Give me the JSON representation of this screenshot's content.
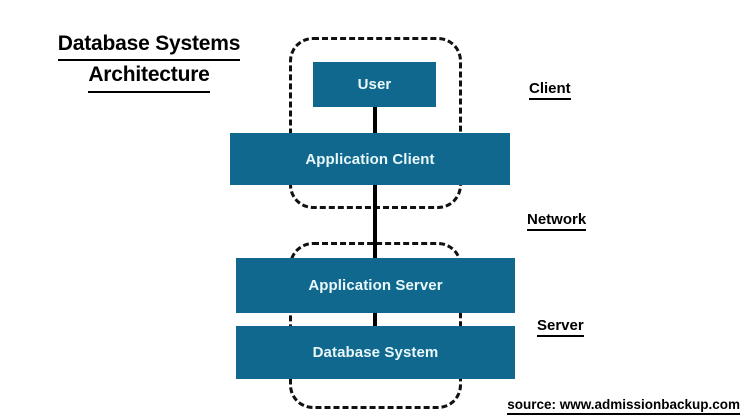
{
  "diagram": {
    "title_line1": "Database Systems",
    "title_line2": "Architecture",
    "accent_color": "#11688e",
    "node_text_color": "#e8f8fb",
    "line_color": "#000000",
    "background_color": "#ffffff",
    "nodes": [
      {
        "id": "user",
        "label": "User"
      },
      {
        "id": "application-client",
        "label": "Application Client"
      },
      {
        "id": "application-server",
        "label": "Application Server"
      },
      {
        "id": "database-system",
        "label": "Database System"
      }
    ],
    "tier_labels": [
      {
        "id": "client",
        "label": "Client"
      },
      {
        "id": "network",
        "label": "Network"
      },
      {
        "id": "server",
        "label": "Server"
      }
    ],
    "groups": [
      {
        "id": "client-group",
        "contains": [
          "user",
          "application-client"
        ]
      },
      {
        "id": "server-group",
        "contains": [
          "application-server",
          "database-system"
        ]
      }
    ],
    "connectors": [
      {
        "from": "user",
        "to": "application-client"
      },
      {
        "from": "application-client",
        "to": "application-server"
      },
      {
        "from": "application-server",
        "to": "database-system"
      }
    ]
  },
  "footer": {
    "source": "source: www.admissionbackup.com"
  }
}
